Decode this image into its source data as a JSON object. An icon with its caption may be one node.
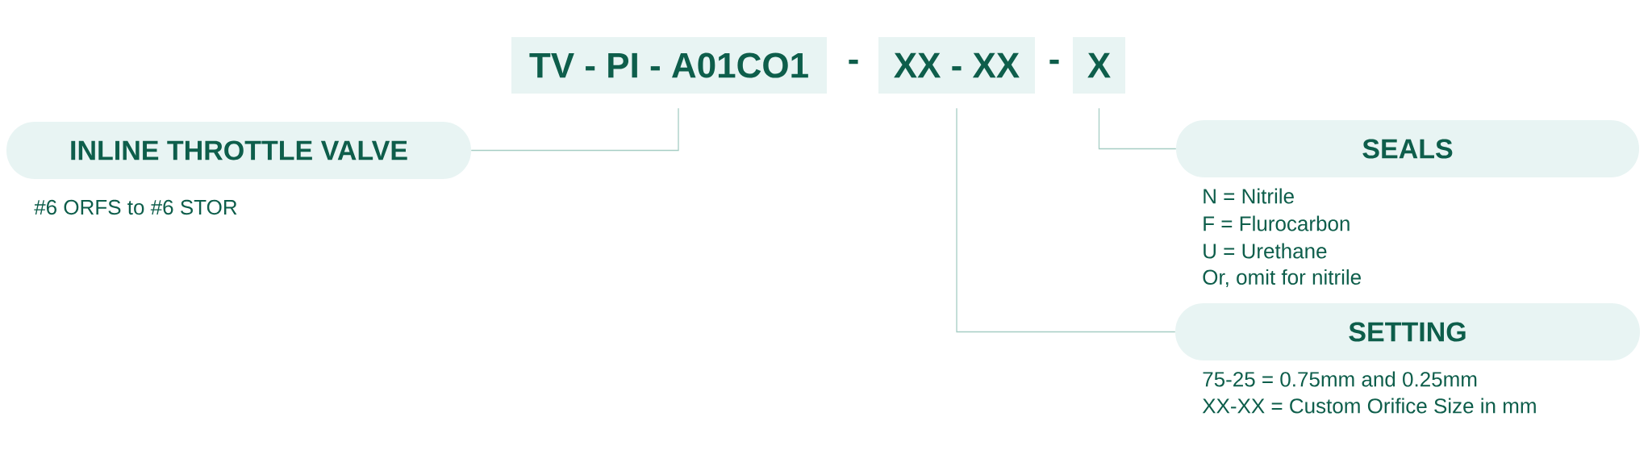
{
  "diagram": {
    "nodes": [
      {
        "text": [
          "TV - PI - A01CO1"
        ]
      },
      {
        "text": [
          "XX - XX"
        ]
      },
      {
        "text": [
          "X"
        ]
      },
      {
        "text": [
          "INLINE THROTTLE VALVE"
        ],
        "beside": [
          "#6 ORFS to #6 STOR"
        ]
      },
      {
        "text": [
          "SEALS"
        ],
        "beside": [
          "N = Nitrile",
          "F = Flurocarbon",
          "U = Urethane",
          "Or, omit for nitrile"
        ]
      },
      {
        "text": [
          "SETTING"
        ],
        "beside": [
          "75-25 = 0.75mm and 0.25mm",
          "XX-XX = Custom Orifice Size in mm"
        ]
      }
    ],
    "edges": [
      {
        "from": 0,
        "to": 3,
        "arrow": "none"
      },
      {
        "from": 1,
        "to": 5,
        "arrow": "none"
      },
      {
        "from": 2,
        "to": 4,
        "arrow": "none"
      }
    ],
    "labels": [
      "-",
      "-"
    ]
  }
}
